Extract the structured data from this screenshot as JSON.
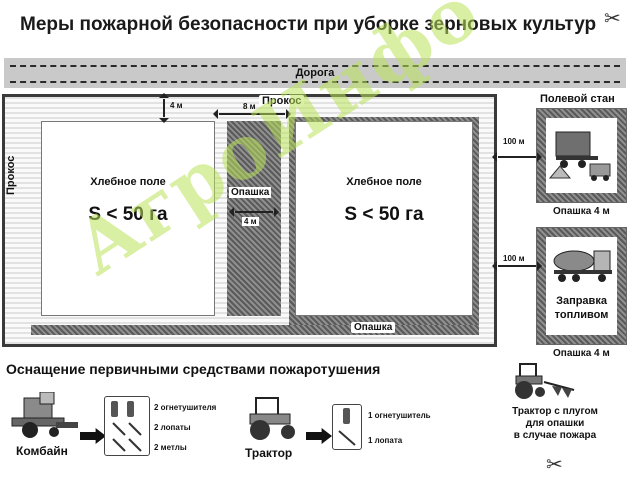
{
  "title": "Меры пожарной безопасности при уборке зерновых культур",
  "road": {
    "label": "Дорога"
  },
  "field": {
    "top_label": "Прокос",
    "left_label": "Прокос",
    "dim_top": "4 м",
    "dim_gap": "8 м",
    "bottom_firebreak": "Опашка",
    "left_plot": {
      "name": "Хлебное поле",
      "area": "S < 50 га"
    },
    "right_plot": {
      "name": "Хлебное поле",
      "area": "S < 50 га"
    },
    "middle_strip": {
      "label": "Опашка",
      "width": "4 м"
    }
  },
  "station": {
    "title": "Полевой стан",
    "distance": "100 м",
    "firebreak": "Опашка 4 м"
  },
  "fuel": {
    "label_line1": "Заправка",
    "label_line2": "топливом",
    "distance": "100 м",
    "firebreak": "Опашка 4 м"
  },
  "equipment": {
    "title": "Оснащение первичными средствами пожаротушения",
    "combine": {
      "caption": "Комбайн",
      "items": [
        "2 огнетушителя",
        "2 лопаты",
        "2 метлы"
      ]
    },
    "tractor": {
      "caption": "Трактор",
      "items": [
        "1 огнетушитель",
        "1 лопата"
      ]
    },
    "plow": {
      "line1": "Трактор с плугом",
      "line2": "для опашки",
      "line3": "в случае пожара"
    }
  },
  "watermark": "АгроИнфо",
  "colors": {
    "watermark": "#bfe35a",
    "strip": "#6e6e6e",
    "road": "#c9c9c9"
  }
}
